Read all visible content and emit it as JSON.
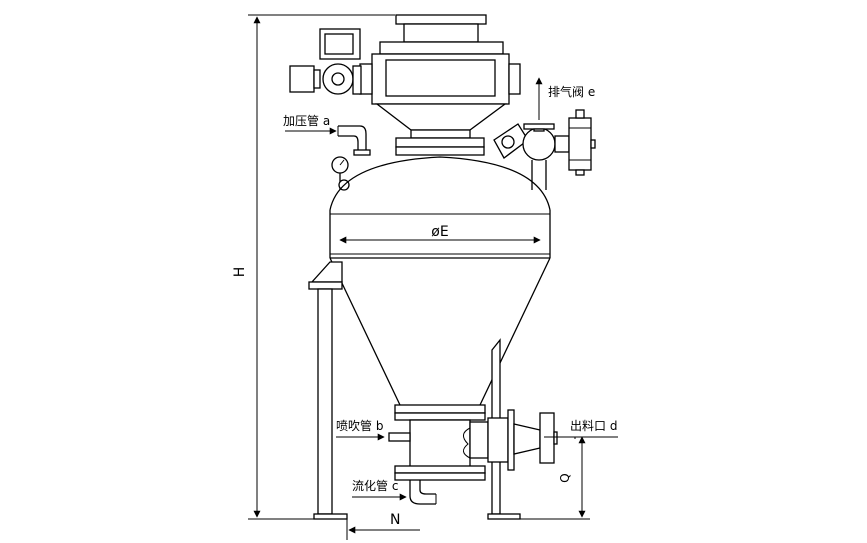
{
  "labels": {
    "pressurize": "加压管 a",
    "blow": "喷吹管 b",
    "fluidize": "流化管 c",
    "outlet": "出料口 d",
    "exhaust": "排气阀 e",
    "diameter": "øE",
    "height": "H",
    "offset": "N",
    "outlet_height": "Q"
  }
}
